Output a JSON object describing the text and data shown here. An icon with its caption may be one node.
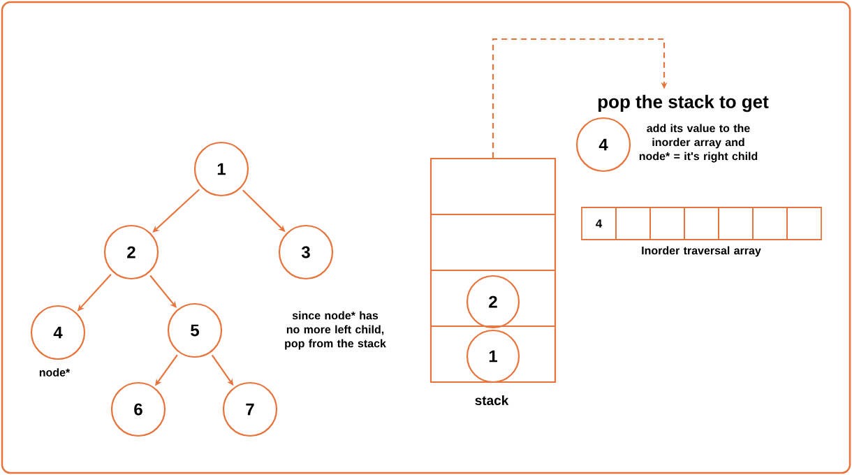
{
  "diagram": {
    "nodes": [
      {
        "text": [
          "1"
        ]
      },
      {
        "text": [
          "2"
        ]
      },
      {
        "text": [
          "3"
        ]
      },
      {
        "text": [
          "4"
        ],
        "beside": [
          "node*"
        ]
      },
      {
        "text": [
          "5"
        ]
      },
      {
        "text": [
          "6"
        ]
      },
      {
        "text": [
          "7"
        ]
      },
      {
        "text": [],
        "shape": "box"
      },
      {
        "text": [],
        "shape": "box"
      },
      {
        "text": [],
        "shape": "box"
      },
      {
        "text": [
          "2"
        ],
        "in": 9
      },
      {
        "text": [],
        "shape": "box"
      },
      {
        "text": [
          "1"
        ],
        "in": 11
      },
      {
        "text": [
          "pop the stack to get"
        ]
      },
      {
        "text": [
          "4"
        ],
        "beside": [
          "add its value to the inorder array and node* = it's right child"
        ]
      },
      {
        "text": [
          "4"
        ]
      },
      {
        "text": [],
        "shape": "box"
      },
      {
        "text": [],
        "shape": "box"
      },
      {
        "text": [],
        "shape": "box"
      },
      {
        "text": [],
        "shape": "box"
      },
      {
        "text": [],
        "shape": "box"
      },
      {
        "text": [],
        "shape": "box"
      }
    ],
    "edges": [
      {
        "from": 0,
        "to": 1,
        "arrow": "to"
      },
      {
        "from": 0,
        "to": 2,
        "arrow": "to"
      },
      {
        "from": 1,
        "to": 3,
        "arrow": "to"
      },
      {
        "from": 1,
        "to": 4,
        "arrow": "to"
      },
      {
        "from": 4,
        "to": 5,
        "arrow": "to"
      },
      {
        "from": 4,
        "to": 6,
        "arrow": "to"
      },
      {
        "from": 7,
        "to": 13,
        "arrow": "to",
        "style": "dashed"
      }
    ],
    "labels": [
      "since node* has no more left child, pop from the stack",
      "stack",
      "Inorder traversal array"
    ]
  }
}
